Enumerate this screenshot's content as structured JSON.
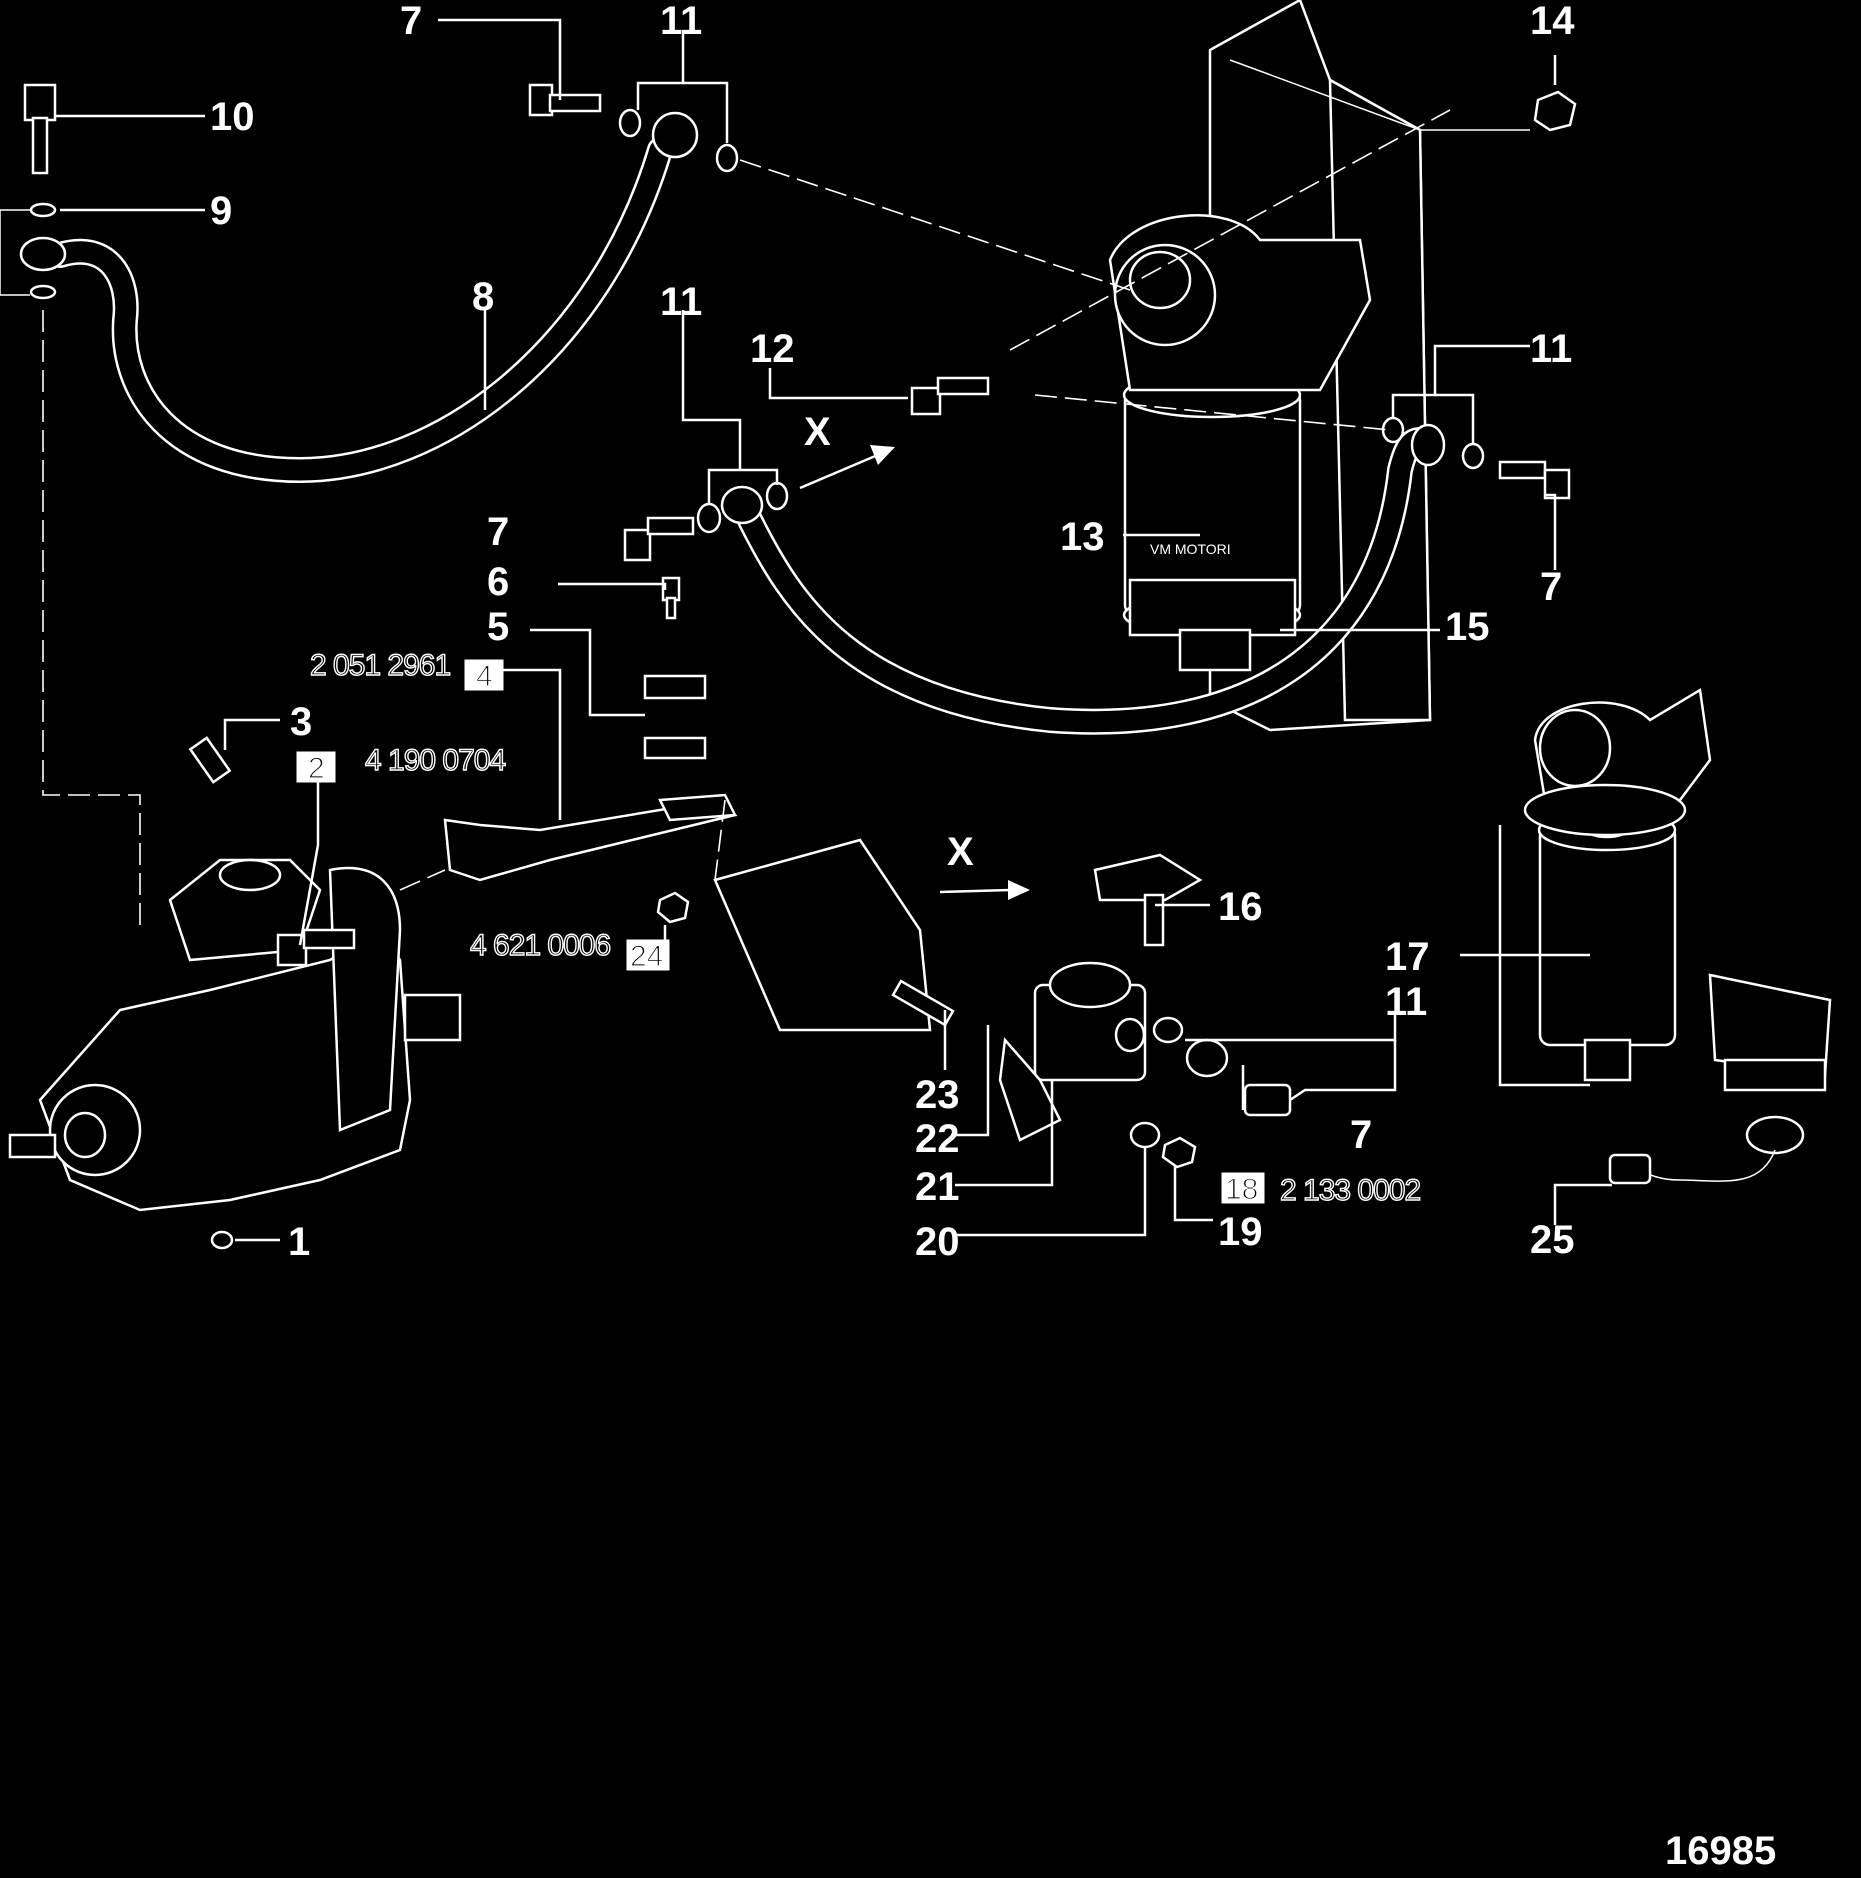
{
  "callouts": {
    "c1": "1",
    "c2": "2",
    "c3": "3",
    "c4": "4",
    "c5": "5",
    "c6": "6",
    "c7a": "7",
    "c7b": "7",
    "c7c": "7",
    "c7d": "7",
    "c8": "8",
    "c9": "9",
    "c10": "10",
    "c11a": "11",
    "c11b": "11",
    "c11c": "11",
    "c11d": "11",
    "c12": "12",
    "c13": "13",
    "c14": "14",
    "c15": "15",
    "c16": "16",
    "c17": "17",
    "c18": "18",
    "c19": "19",
    "c20": "20",
    "c21": "21",
    "c22": "22",
    "c23": "23",
    "c24": "24",
    "c25": "25"
  },
  "part_numbers": {
    "pn_20512961": "2 051 2961",
    "pn_41900704": "4 190 0704",
    "pn_46210006": "4 621 0006",
    "pn_21330002": "2 133 0002"
  },
  "markers": {
    "x_upper": "X",
    "x_lower": "X"
  },
  "filter_brand": "VM MOTORI",
  "figure_number": "16985"
}
